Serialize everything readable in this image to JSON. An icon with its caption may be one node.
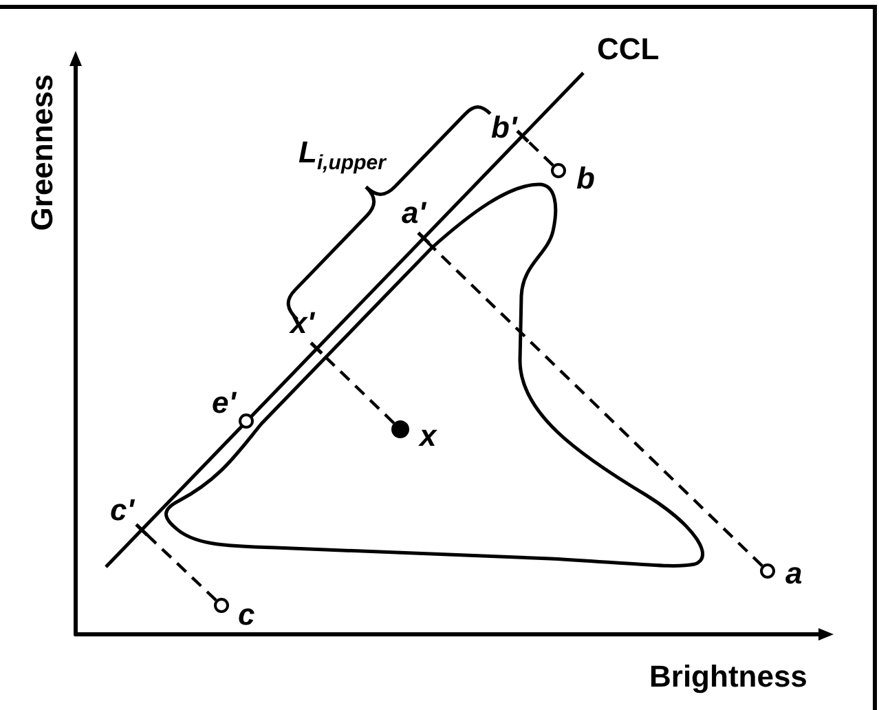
{
  "diagram": {
    "nodes": [
      {
        "text": [],
        "shape": "bar",
        "beside": [
          "b'"
        ]
      },
      {
        "text": [],
        "shape": "circle",
        "beside": [
          "b"
        ]
      },
      {
        "text": [],
        "shape": "bar",
        "beside": [
          "a'"
        ]
      },
      {
        "text": [],
        "shape": "bar",
        "beside": [
          "x'"
        ]
      },
      {
        "text": [],
        "shape": "circle",
        "beside": [
          "e'"
        ]
      },
      {
        "text": [],
        "shape": "circle",
        "beside": [
          "x"
        ]
      },
      {
        "text": [],
        "shape": "bar",
        "beside": [
          "c'"
        ]
      },
      {
        "text": [],
        "shape": "circle",
        "beside": [
          "a"
        ]
      },
      {
        "text": [],
        "shape": "circle",
        "beside": [
          "c"
        ]
      }
    ],
    "edges": [
      {
        "from": 1,
        "to": 0,
        "arrow": "none",
        "style": "dashed"
      },
      {
        "from": 7,
        "to": 2,
        "arrow": "none",
        "style": "dashed"
      },
      {
        "from": 5,
        "to": 3,
        "arrow": "none",
        "style": "dashed"
      },
      {
        "from": 8,
        "to": 6,
        "arrow": "none",
        "style": "dashed"
      }
    ],
    "labels": [
      "CCL",
      "Greenness",
      "L$_{i,upper}$",
      "Brightness"
    ]
  }
}
